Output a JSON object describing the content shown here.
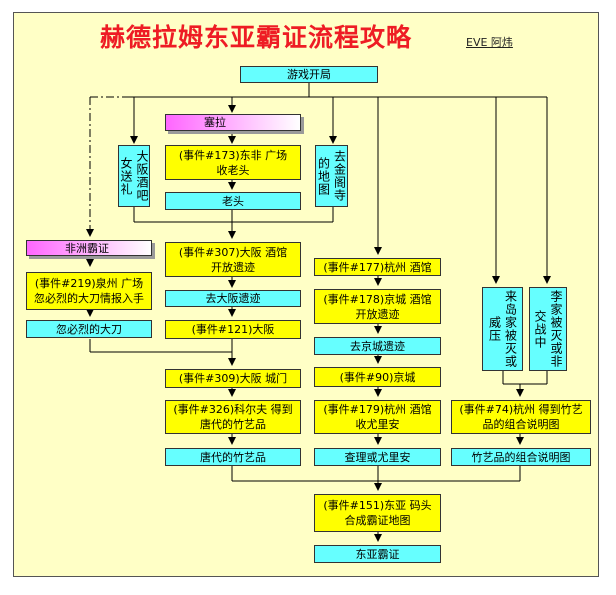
{
  "header": {
    "title": "赫德拉姆东亚霸证流程攻略",
    "author": "EVE 阿炜"
  },
  "nodes": {
    "start": "游戏开局",
    "sela": "塞拉",
    "e173": "(事件#173)东非 广场 收老头",
    "laotou": "老头",
    "osaka_bar": "大阪酒吧女送礼",
    "kinkaku": "去金阁寺的地图",
    "africa": "非洲霸证",
    "e219": "(事件#219)泉州 广场 忽必烈的大刀情报入手",
    "khan_sword": "忽必烈的大刀",
    "e307": "(事件#307)大阪 酒馆 开放遗迹",
    "go_osaka": "去大阪遗迹",
    "e121": "(事件#121)大阪",
    "e309": "(事件#309)大阪 城门",
    "e326": "(事件#326)科尔夫 得到唐代的竹艺品",
    "tang_bamboo": "唐代的竹艺品",
    "e177": "(事件#177)杭州 酒馆",
    "e178": "(事件#178)京城 酒馆 开放遗迹",
    "go_kyoto": "去京城遗迹",
    "e90": "(事件#90)京城",
    "e179": "(事件#179)杭州 酒馆 收尤里安",
    "yurian": "查理或尤里安",
    "mongol": "来岛家被灭或威压",
    "li_family": "李家被灭或非交战中",
    "e74": "(事件#74)杭州 得到竹艺品的组合说明图",
    "combo_diagram": "竹艺品的组合说明图",
    "e151": "(事件#151)东亚 码头 合成霸证地图",
    "final": "东亚霸证"
  },
  "colors": {
    "background": "#ffffc6",
    "cyan_box": "#66ffff",
    "yellow_box": "#ffff00",
    "magenta_box": "#ff66ff",
    "title": "#ee1c24",
    "line": "#000000"
  }
}
